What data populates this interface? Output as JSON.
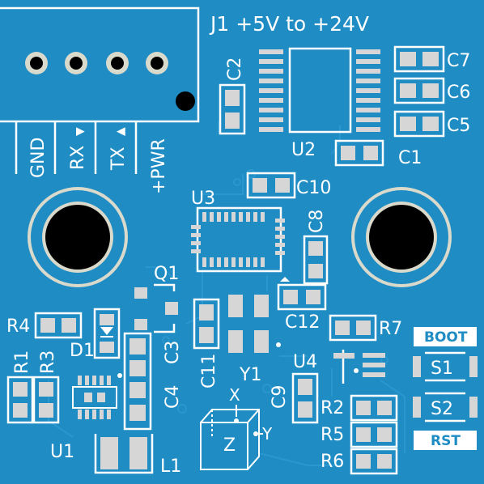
{
  "board": {
    "colors": {
      "soldermask": "#1f8cc4",
      "silkscreen": "#ffffff",
      "pad": "#cfcfcf",
      "hole": "#000000",
      "hole_ring": "#d9d9cc",
      "trace": "#2a97cf"
    },
    "header": {
      "title": "J1 +5V to +24V",
      "pins": [
        "GND",
        "RX",
        "TX",
        "+PWR"
      ],
      "rx_arrow": "▼",
      "tx_arrow": "▲"
    },
    "designators": {
      "c1": "C1",
      "c2": "C2",
      "c3": "C3",
      "c4": "C4",
      "c5": "C5",
      "c6": "C6",
      "c7": "C7",
      "c8": "C8",
      "c9": "C9",
      "c10": "C10",
      "c11": "C11",
      "c12": "C12",
      "u1": "U1",
      "u2": "U2",
      "u3": "U3",
      "u4": "U4",
      "q1": "Q1",
      "d1": "D1",
      "l1": "L1",
      "y1": "Y1",
      "r1": "R1",
      "r2": "R2",
      "r3": "R3",
      "r4": "R4",
      "r5": "R5",
      "r6": "R6",
      "r7": "R7",
      "s1": "S1",
      "s2": "S2"
    },
    "badges": {
      "boot": "BOOT",
      "rst": "RST"
    },
    "axes": {
      "x": "X",
      "y": "Y",
      "z": "Z"
    }
  }
}
